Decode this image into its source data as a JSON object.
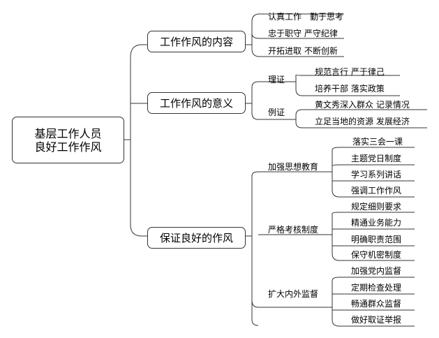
{
  "root": {
    "line1": "基层工作人员",
    "line2": "良好工作作风"
  },
  "branches": [
    {
      "label": "工作作风的内容",
      "items": [
        "认真工作　勤于思考",
        "忠于职守  严守纪律",
        "开拓进取  不断创新"
      ]
    },
    {
      "label": "工作作风的意义",
      "groups": [
        {
          "label": "理证",
          "items": [
            "规范言行  严于律己",
            "培养干部  落实政策"
          ]
        },
        {
          "label": "例证",
          "items": [
            "黄文秀深入群众  记录情况",
            "立足当地的资源  发展经济"
          ]
        }
      ]
    },
    {
      "label": "保证良好的作风",
      "groups": [
        {
          "label": "加强思想教育",
          "items": [
            "落实三会一课",
            "主题党日制度",
            "学习系列讲话",
            "强调工作作风"
          ]
        },
        {
          "label": "严格考核制度",
          "items": [
            "规定细则要求",
            "精通业务能力",
            "明确职责范围",
            "保守机密制度"
          ]
        },
        {
          "label": "扩大内外监督",
          "items": [
            "加强党内监督",
            "定期检查处理",
            "畅通群众监督",
            "做好取证举报"
          ]
        }
      ]
    }
  ]
}
